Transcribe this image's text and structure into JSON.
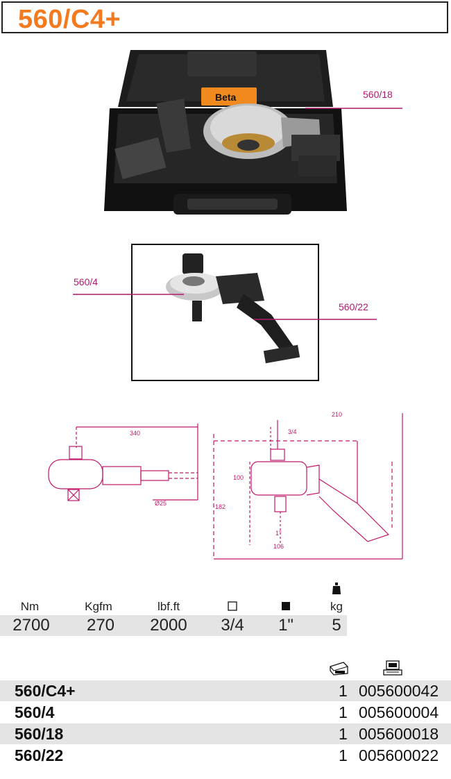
{
  "title": "560/C4+",
  "callouts": {
    "case_part": "560/18",
    "multiplier": "560/4",
    "reaction_arm": "560/22"
  },
  "brand": "Beta",
  "drawing_dims": {
    "left_length": "340",
    "left_diameter": "Ø25",
    "right_width": "210",
    "right_square": "3/4",
    "right_height_100": "100",
    "right_height_182": "182",
    "right_square_out": "1\"",
    "right_width_106": "106"
  },
  "spec": {
    "headers": [
      "Nm",
      "Kgfm",
      "lbf.ft",
      "",
      "",
      "kg"
    ],
    "values": [
      "2700",
      "270",
      "2000",
      "3/4",
      "1\"",
      "5"
    ],
    "icons": {
      "col4": "square-outline-icon",
      "col5": "square-filled-icon",
      "col6": "weight-icon"
    }
  },
  "articles": {
    "icons": [
      "case-quantity-icon",
      "code-register-icon"
    ],
    "rows": [
      {
        "name": "560/C4+",
        "qty": "1",
        "code": "005600042"
      },
      {
        "name": "560/4",
        "qty": "1",
        "code": "005600004"
      },
      {
        "name": "560/18",
        "qty": "1",
        "code": "005600018"
      },
      {
        "name": "560/22",
        "qty": "1",
        "code": "005600022"
      }
    ]
  },
  "colors": {
    "title": "#f47a20",
    "callout": "#b01a6d",
    "row_shade": "#e4e4e4"
  }
}
